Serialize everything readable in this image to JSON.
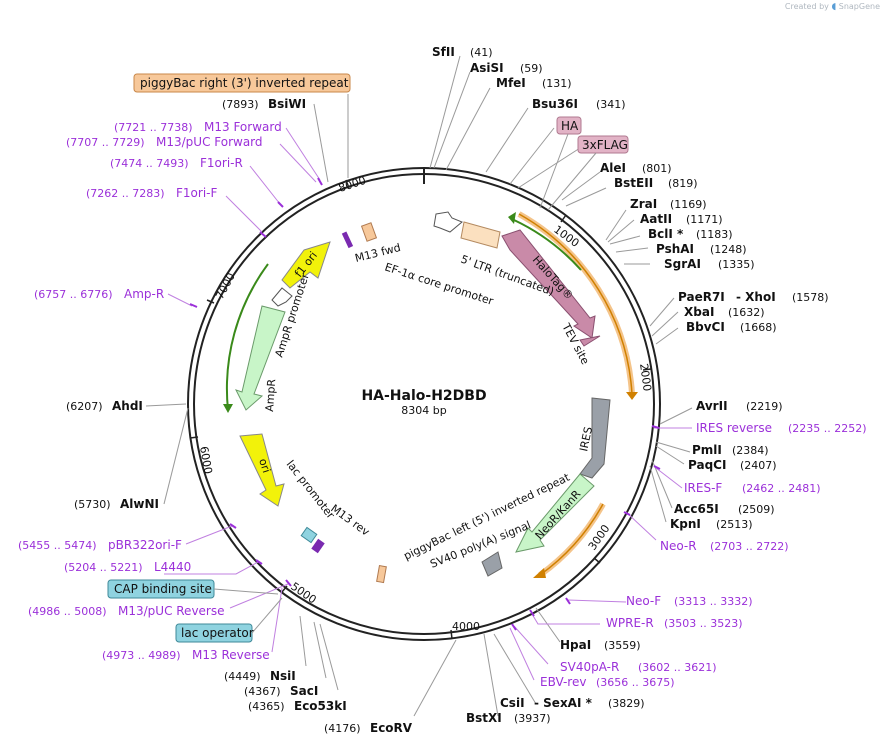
{
  "credit": {
    "created_by": "Created by",
    "brand": "SnapGene"
  },
  "plasmid": {
    "name": "HA-Halo-H2DBD",
    "size": "8304 bp"
  },
  "colors": {
    "enzyme": "#111111",
    "primer": "#9b30d9",
    "leader": "#9a9a9a",
    "backbone": "#222222"
  },
  "ticks": [
    "1000",
    "2000",
    "3000",
    "4000",
    "5000",
    "6000",
    "7000",
    "8000"
  ],
  "enzymes": [
    {
      "name": "SfII",
      "pos": "(41)"
    },
    {
      "name": "AsiSI",
      "pos": "(59)"
    },
    {
      "name": "MfeI",
      "pos": "(131)"
    },
    {
      "name": "Bsu36I",
      "pos": "(341)"
    },
    {
      "name": "AleI",
      "pos": "(801)"
    },
    {
      "name": "BstEII",
      "pos": "(819)"
    },
    {
      "name": "ZraI",
      "pos": "(1169)"
    },
    {
      "name": "AatII",
      "pos": "(1171)"
    },
    {
      "name": "BclI *",
      "pos": "(1183)"
    },
    {
      "name": "PshAI",
      "pos": "(1248)"
    },
    {
      "name": "SgrAI",
      "pos": "(1335)"
    },
    {
      "name": "PaeR7I",
      "pos": ""
    },
    {
      "name": "- XhoI",
      "pos": "(1578)"
    },
    {
      "name": "XbaI",
      "pos": "(1632)"
    },
    {
      "name": "BbvCI",
      "pos": "(1668)"
    },
    {
      "name": "AvrII",
      "pos": "(2219)"
    },
    {
      "name": "PmlI",
      "pos": "(2384)"
    },
    {
      "name": "PaqCI",
      "pos": "(2407)"
    },
    {
      "name": "Acc65I",
      "pos": "(2509)"
    },
    {
      "name": "KpnI",
      "pos": "(2513)"
    },
    {
      "name": "HpaI",
      "pos": "(3559)"
    },
    {
      "name": "CsiI",
      "pos": ""
    },
    {
      "name": "- SexAI *",
      "pos": "(3829)"
    },
    {
      "name": "BstXI",
      "pos": "(3937)"
    },
    {
      "name": "EcoRV",
      "pos": "(4176)"
    },
    {
      "name": "Eco53kI",
      "pos": "(4365)"
    },
    {
      "name": "SacI",
      "pos": "(4367)"
    },
    {
      "name": "NsiI",
      "pos": "(4449)"
    },
    {
      "name": "AlwNI",
      "pos": "(5730)"
    },
    {
      "name": "AhdI",
      "pos": "(6207)"
    },
    {
      "name": "BsiWI",
      "pos": "(7893)"
    }
  ],
  "primers": [
    {
      "name": "M13 Forward",
      "range": "(7721 .. 7738)"
    },
    {
      "name": "M13/pUC Forward",
      "range": "(7707 .. 7729)"
    },
    {
      "name": "F1ori-R",
      "range": "(7474 .. 7493)"
    },
    {
      "name": "F1ori-F",
      "range": "(7262 .. 7283)"
    },
    {
      "name": "Amp-R",
      "range": "(6757 .. 6776)"
    },
    {
      "name": "IRES reverse",
      "range": "(2235 .. 2252)"
    },
    {
      "name": "IRES-F",
      "range": "(2462 .. 2481)"
    },
    {
      "name": "Neo-R",
      "range": "(2703 .. 2722)"
    },
    {
      "name": "Neo-F",
      "range": "(3313 .. 3332)"
    },
    {
      "name": "WPRE-R",
      "range": "(3503 .. 3523)"
    },
    {
      "name": "SV40pA-R",
      "range": "(3602 .. 3621)"
    },
    {
      "name": "EBV-rev",
      "range": "(3656 .. 3675)"
    },
    {
      "name": "pBR322ori-F",
      "range": "(5455 .. 5474)"
    },
    {
      "name": "L4440",
      "range": "(5204 .. 5221)"
    },
    {
      "name": "M13/pUC Reverse",
      "range": "(4986 .. 5008)"
    },
    {
      "name": "M13 Reverse",
      "range": "(4973 .. 4989)"
    }
  ],
  "boxed_features": [
    {
      "name": "piggyBac right (3') inverted repeat",
      "fill": "#f7c89a",
      "stroke": "#c8874a"
    },
    {
      "name": "HA",
      "fill": "#e2b3c6",
      "stroke": "#b07a90"
    },
    {
      "name": "3xFLAG",
      "fill": "#e2b3c6",
      "stroke": "#b07a90"
    },
    {
      "name": "CAP binding site",
      "fill": "#8fd3e0",
      "stroke": "#3f8a99"
    },
    {
      "name": "lac operator",
      "fill": "#8fd3e0",
      "stroke": "#3f8a99"
    }
  ],
  "features": [
    {
      "name": "5' LTR (truncated)",
      "color": "#f7d9b4"
    },
    {
      "name": "HaloTag®",
      "color": "#c98aa8"
    },
    {
      "name": "TEV site",
      "color": "#c98aa8"
    },
    {
      "name": "EF-1α core promoter",
      "color": "#ffffff"
    },
    {
      "name": "M13 fwd",
      "color": "#7a2ab0"
    },
    {
      "name": "f1 ori",
      "color": "#f2f20a"
    },
    {
      "name": "AmpR promoter",
      "color": "#ffffff"
    },
    {
      "name": "AmpR",
      "color": "#c8f5c8"
    },
    {
      "name": "ori",
      "color": "#f2f20a"
    },
    {
      "name": "lac promoter",
      "color": "#ffffff"
    },
    {
      "name": "M13 rev",
      "color": "#7a2ab0"
    },
    {
      "name": "IRES",
      "color": "#9aa0a8"
    },
    {
      "name": "NeoR/KanR",
      "color": "#c8f5c8"
    },
    {
      "name": "piggyBac left (5') inverted repeat",
      "color": "#f7c89a"
    },
    {
      "name": "SV40 poly(A) signal",
      "color": "#9aa0a8"
    }
  ]
}
